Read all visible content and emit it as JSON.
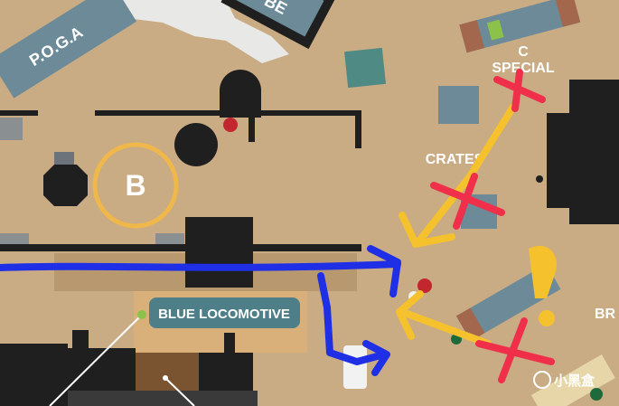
{
  "map": {
    "labels": {
      "poga": "P.O.G.A",
      "be": "BE",
      "c": "C",
      "special": "SPECIAL",
      "crates": "CRATES",
      "b_zone": "B",
      "br": "BR",
      "blue_locomotive": "BLUE LOCOMOTIVE"
    },
    "watermark": "小黑盒"
  },
  "colors": {
    "ground": "#c9ab84",
    "dark": "#1f1f1f",
    "teal_label": "#4e7f88",
    "zone_ring": "#f0b84a",
    "route_blue": "#1f2fe6",
    "route_yellow": "#f5c22e",
    "cross_red": "#f0304a"
  }
}
